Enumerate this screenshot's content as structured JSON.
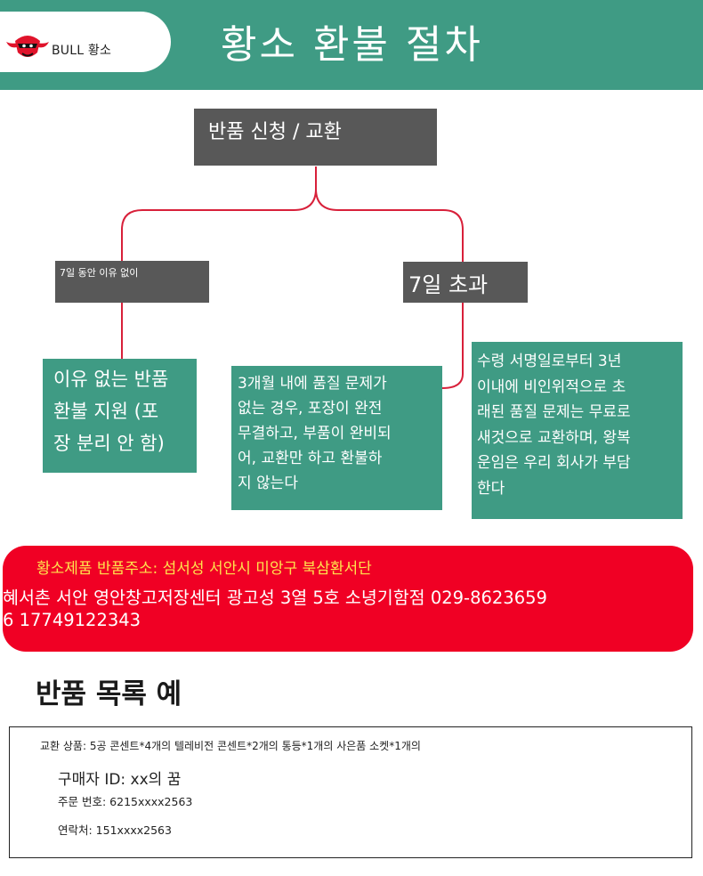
{
  "header": {
    "brand_name": "BULL 황소",
    "title": "황소 환불 절차"
  },
  "flow": {
    "apply": "반품 신청 / 교환",
    "within_7_days": "7일 동안 이유 없이",
    "over_7_days": "7일 초과",
    "no_reason_return": [
      "이유 없는 반품",
      "환불 지원 (포",
      "장 분리 안 함)"
    ],
    "quality_3_months": [
      "3개월 내에 품질 문제가",
      "없는 경우, 포장이 완전",
      "무결하고, 부품이 완비되",
      "어, 교환만 하고 환불하",
      "지 않는다"
    ],
    "quality_3_years": [
      "수령 서명일로부터 3년",
      "이내에 비인위적으로 초",
      "래된 품질 문제는 무료로",
      "새것으로 교환하며, 왕복",
      "운임은 우리 회사가 부담",
      "한다"
    ]
  },
  "return_address": {
    "line1": "황소제품 반품주소: 섬서성 서안시 미앙구 북삼환서단",
    "line2": "혜서촌 서안 영안창고저장센터 광고성 3열 5호 소녕기함점 029-8623659",
    "line3": "6 17749122343"
  },
  "example": {
    "title": "반품 목록 예",
    "items": "교환 상품: 5공 콘센트*4개의 텔레비전 콘센트*2개의 통등*1개의 사은품 소켓*1개의",
    "buyer_id": "구매자 ID: xx의 꿈",
    "order_no": "주문 번호: 6215xxxx2563",
    "contact": "연락처: 151xxxx2563"
  },
  "colors": {
    "teal": "#3f9b84",
    "gray_box": "#585858",
    "connector_red": "#d8203a",
    "address_red": "#f00024",
    "address_highlight": "#ffe34d"
  },
  "icons": {
    "brand_logo": "bull-head-logo"
  }
}
